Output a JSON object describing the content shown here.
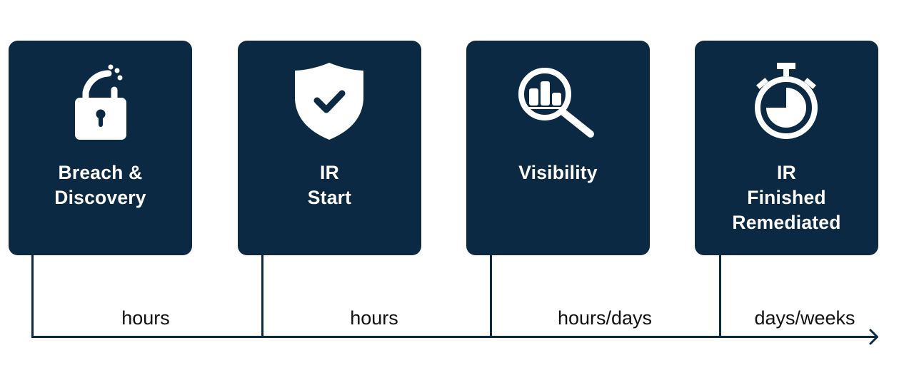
{
  "colors": {
    "card_background": "#0b2942",
    "card_text": "#ffffff",
    "timeline_line": "#0b2942",
    "duration_text": "#111111",
    "page_background": "#ffffff"
  },
  "stages": [
    {
      "icon": "broken-lock-icon",
      "title_lines": [
        "Breach &",
        "Discovery"
      ]
    },
    {
      "icon": "shield-check-icon",
      "title_lines": [
        "IR",
        "Start"
      ]
    },
    {
      "icon": "magnifier-bar-chart-icon",
      "title_lines": [
        "Visibility"
      ]
    },
    {
      "icon": "stopwatch-icon",
      "title_lines": [
        "IR",
        "Finished",
        "Remediated"
      ]
    }
  ],
  "timeline": {
    "direction": "left-to-right",
    "end_marker": "arrow-right-icon",
    "durations": [
      "hours",
      "hours",
      "hours/days",
      "days/weeks"
    ]
  }
}
